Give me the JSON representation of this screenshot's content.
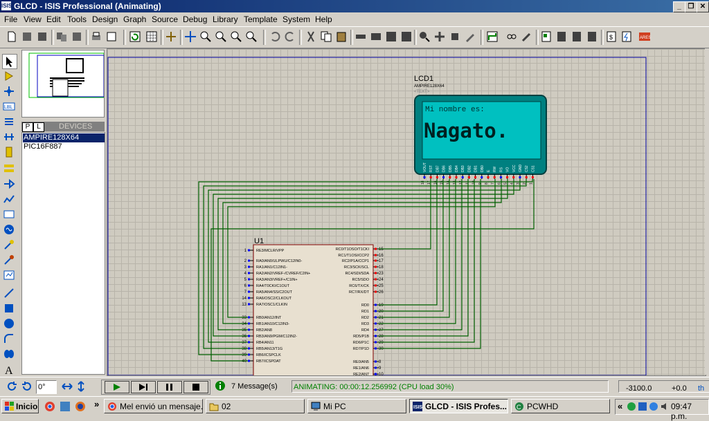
{
  "window": {
    "app_icon": "ISIS",
    "title": "GLCD - ISIS Professional (Animating)",
    "buttons": [
      "_",
      "❐",
      "✕"
    ]
  },
  "menu": [
    "File",
    "View",
    "Edit",
    "Tools",
    "Design",
    "Graph",
    "Source",
    "Debug",
    "Library",
    "Template",
    "System",
    "Help"
  ],
  "devices_panel": {
    "tab_p": "P",
    "tab_l": "L",
    "label": "DEVICES",
    "items": [
      "AMPIRE128X64",
      "PIC16F887"
    ],
    "selected": "AMPIRE128X64"
  },
  "lcd": {
    "ref": "LCD1",
    "part": "AMPIRE128X64",
    "text_tag": "<TEXT>",
    "line1": "Mi nombre es:",
    "line2": "Nagato.",
    "screen_color": "#00c0c0",
    "pin_labels": [
      "VOUT",
      "RST",
      "DB7",
      "DB6",
      "DB5",
      "DB4",
      "DB3",
      "DB2",
      "DB1",
      "DB0",
      "E",
      "RW",
      "RS",
      "VO",
      "VCC",
      "GND",
      "CS2",
      "CS1"
    ],
    "pin_numbers": [
      "18",
      "17",
      "16",
      "15",
      "14",
      "13",
      "12",
      "11",
      "10",
      "9",
      "8",
      "7",
      "6",
      "5",
      "4",
      "3",
      "2",
      "1"
    ]
  },
  "mcu": {
    "ref": "U1",
    "left_pins": [
      {
        "num": "1",
        "name": "RE3/MCLR/VPP"
      },
      {
        "num": "2",
        "name": "RA0/AN0/ULPWU/C12IN0-"
      },
      {
        "num": "3",
        "name": "RA1/AN1/C12IN1-"
      },
      {
        "num": "4",
        "name": "RA2/AN2/VREF-/CVREF/C2IN+"
      },
      {
        "num": "5",
        "name": "RA3/AN3/VREF+/C1IN+"
      },
      {
        "num": "6",
        "name": "RA4/T0CKI/C1OUT"
      },
      {
        "num": "7",
        "name": "RA5/AN4/SS/C2OUT"
      },
      {
        "num": "14",
        "name": "RA6/OSC2/CLKOUT"
      },
      {
        "num": "13",
        "name": "RA7/OSC1/CLKIN"
      },
      {
        "num": "33",
        "name": "RB0/AN12/INT"
      },
      {
        "num": "34",
        "name": "RB1/AN10/C12IN3-"
      },
      {
        "num": "35",
        "name": "RB2/AN8"
      },
      {
        "num": "36",
        "name": "RB3/AN9/PGM/C12IN2-"
      },
      {
        "num": "37",
        "name": "RB4/AN11"
      },
      {
        "num": "38",
        "name": "RB5/AN13/T1G"
      },
      {
        "num": "39",
        "name": "RB6/ICSPCLK"
      },
      {
        "num": "40",
        "name": "RB7/ICSPDAT"
      }
    ],
    "right_pins": [
      {
        "num": "15",
        "name": "RC0/T1OSO/T1CKI"
      },
      {
        "num": "16",
        "name": "RC1/T1OSI/CCP2"
      },
      {
        "num": "17",
        "name": "RC2/P1A/CCP1"
      },
      {
        "num": "18",
        "name": "RC3/SCK/SCL"
      },
      {
        "num": "23",
        "name": "RC4/SDI/SDA"
      },
      {
        "num": "24",
        "name": "RC5/SDO"
      },
      {
        "num": "25",
        "name": "RC6/TX/CK"
      },
      {
        "num": "26",
        "name": "RC7/RX/DT"
      },
      {
        "num": "19",
        "name": "RD0"
      },
      {
        "num": "20",
        "name": "RD1"
      },
      {
        "num": "21",
        "name": "RD2"
      },
      {
        "num": "22",
        "name": "RD3"
      },
      {
        "num": "27",
        "name": "RD4"
      },
      {
        "num": "28",
        "name": "RD5/P1B"
      },
      {
        "num": "29",
        "name": "RD6/P1C"
      },
      {
        "num": "30",
        "name": "RD7/P1D"
      },
      {
        "num": "8",
        "name": "RE0/AN5"
      },
      {
        "num": "9",
        "name": "RE1/AN6"
      },
      {
        "num": "10",
        "name": "RE2/AN7"
      }
    ]
  },
  "statusbar": {
    "rotation": "0°",
    "messages": "7 Message(s)",
    "animating": "ANIMATING: 00:00:12.256992 (CPU load 30%)",
    "coord_x": "-3100.0",
    "coord_y": "+0.0",
    "unit": "th"
  },
  "taskbar": {
    "start": "Inicio",
    "more": "»",
    "tasks": [
      {
        "label": "Mel envió un mensaje...",
        "icon": "chrome-icon"
      },
      {
        "label": "02",
        "icon": "folder-icon"
      },
      {
        "label": "Mi PC",
        "icon": "computer-icon"
      },
      {
        "label": "GLCD - ISIS Profes...",
        "icon": "isis-icon"
      },
      {
        "label": "PCWHD",
        "icon": "pcw-icon"
      }
    ],
    "tray_more": "«",
    "clock": "09:47 p.m."
  }
}
